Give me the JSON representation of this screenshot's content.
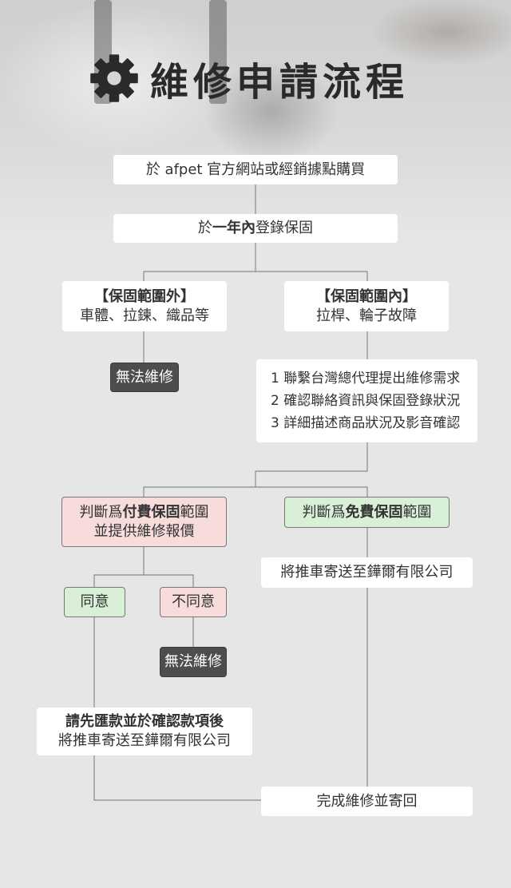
{
  "header": {
    "title": "維修申請流程",
    "icon": "gear-icon"
  },
  "flow": {
    "purchase": "於 afpet 官方網站或經銷據點購買",
    "register_prefix": "於",
    "register_bold": "一年內",
    "register_suffix": "登錄保固",
    "outside": {
      "title": "【保固範圍外】",
      "desc": "車體、拉鍊、織品等"
    },
    "inside": {
      "title": "【保固範圍內】",
      "desc": "拉桿、輪子故障"
    },
    "cannot_repair": "無法維修",
    "steps": [
      "1 聯繫台灣總代理提出維修需求",
      "2 確認聯絡資訊與保固登錄狀況",
      "3 詳細描述商品狀況及影音確認"
    ],
    "paid": {
      "prefix": "判斷爲",
      "bold": "付費保固",
      "suffix": "範圍",
      "line2": "並提供維修報價"
    },
    "free": {
      "prefix": "判斷爲",
      "bold": "免費保固",
      "suffix": "範圍"
    },
    "ship_free": "將推車寄送至鏵爾有限公司",
    "agree": "同意",
    "disagree": "不同意",
    "cannot_repair_2": "無法維修",
    "pay_first": "請先匯款並於確認款項後",
    "ship_paid": "將推車寄送至鏵爾有限公司",
    "complete": "完成維修並寄回"
  },
  "colors": {
    "pink": "#f8dcdc",
    "green": "#d8f0d6",
    "dark": "#4d4d4d",
    "line": "#8a8a8a"
  }
}
